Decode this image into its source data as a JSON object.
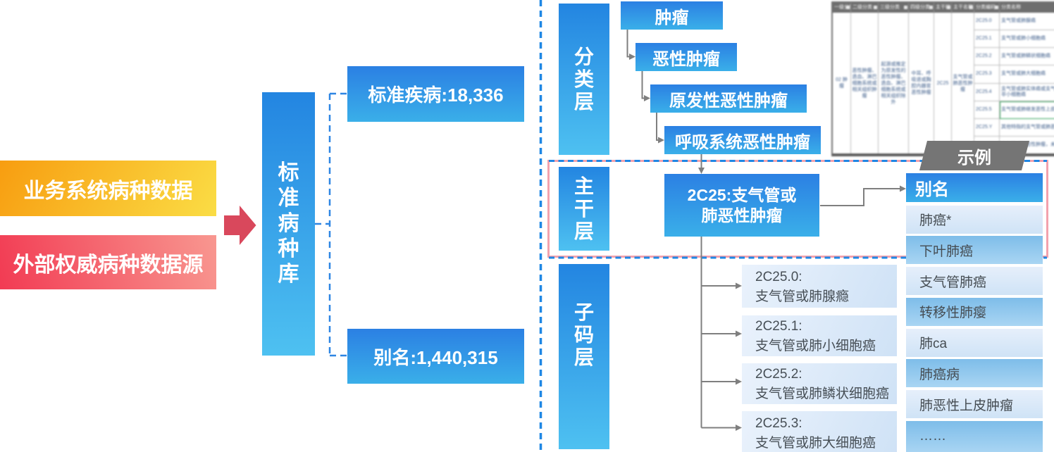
{
  "left_flow": {
    "sources": [
      {
        "label": "业务系统病种数据"
      },
      {
        "label": "外部权威病种数据源"
      }
    ],
    "database_label": "标准病种库",
    "stats": [
      {
        "label": "标准疾病:18,336"
      },
      {
        "label": "别名:1,440,315"
      }
    ]
  },
  "hierarchy": {
    "layers": [
      {
        "label": "分类层"
      },
      {
        "label": "主干层"
      },
      {
        "label": "子码层"
      }
    ],
    "classification_nodes": [
      {
        "label": "肿瘤"
      },
      {
        "label": "恶性肿瘤"
      },
      {
        "label": "原发性恶性肿瘤"
      },
      {
        "label": "呼吸系统恶性肿瘤"
      }
    ],
    "trunk_node": {
      "line1": "2C25:支气管或",
      "line2": "肺恶性肿瘤"
    },
    "subcodes": [
      {
        "code": "2C25.0:",
        "name": "支气管或肺腺瘾"
      },
      {
        "code": "2C25.1:",
        "name": "支气管或肺小细胞癌"
      },
      {
        "code": "2C25.2:",
        "name": "支气管或肺鳞状细胞癌"
      },
      {
        "code": "2C25.3:",
        "name": "支气管或肺大细胞癌"
      }
    ]
  },
  "alias_panel": {
    "header": "别名",
    "items": [
      {
        "label": "肺癌*"
      },
      {
        "label": "下叶肺癌"
      },
      {
        "label": "支气管肺癌"
      },
      {
        "label": "转移性肺瘿"
      },
      {
        "label": "肺ca"
      },
      {
        "label": "肺癌病"
      },
      {
        "label": "肺恶性上皮肿瘤"
      },
      {
        "label": "……"
      }
    ]
  },
  "sample": {
    "tag": "示例",
    "table": {
      "headers": [
        "一级分类",
        "二级分类",
        "三级分类",
        "四级分类",
        "主干码",
        "主干名称",
        "分类编码",
        "分类名称"
      ],
      "merged": {
        "level1": "02 肿瘤",
        "level2": "恶性肿瘤、造血、淋巴细胞系统或相关组织肿瘤",
        "level3": "起源或推定为原发性的恶性肿瘤、造血、淋巴细胞系统或相关组织除外",
        "level4": "中耳、呼吸道或胸腔内器官恶性肿瘤",
        "trunk_code": "2C25",
        "trunk_name": "支气管或肺恶性肿瘤"
      },
      "rows": [
        {
          "code": "2C25.0",
          "name": "支气管或肺腺癌"
        },
        {
          "code": "2C25.1",
          "name": "支气管或肺小细胞癌"
        },
        {
          "code": "2C25.2",
          "name": "支气管或肺鳞状细胞癌"
        },
        {
          "code": "2C25.3",
          "name": "支气管或肺大细胞癌"
        },
        {
          "code": "2C25.4",
          "name": "支气管或肺实体癌或支气管或肺非小细胞癌"
        },
        {
          "code": "2C25.5",
          "name": "支气管或肺继发恶性上皮肿瘤"
        },
        {
          "code": "2C25.Y",
          "name": "其他特指的支气管或肺恶性肿瘤"
        },
        {
          "code": "2C25.Z",
          "name": "支气管或肺恶性肿瘤，未特指的"
        }
      ]
    }
  },
  "colors": {
    "blue_accent": "#1f87e4",
    "pink_border": "#f5abb4",
    "connector_gray": "#7f7f7f",
    "arrow_red": "#d9485c"
  }
}
